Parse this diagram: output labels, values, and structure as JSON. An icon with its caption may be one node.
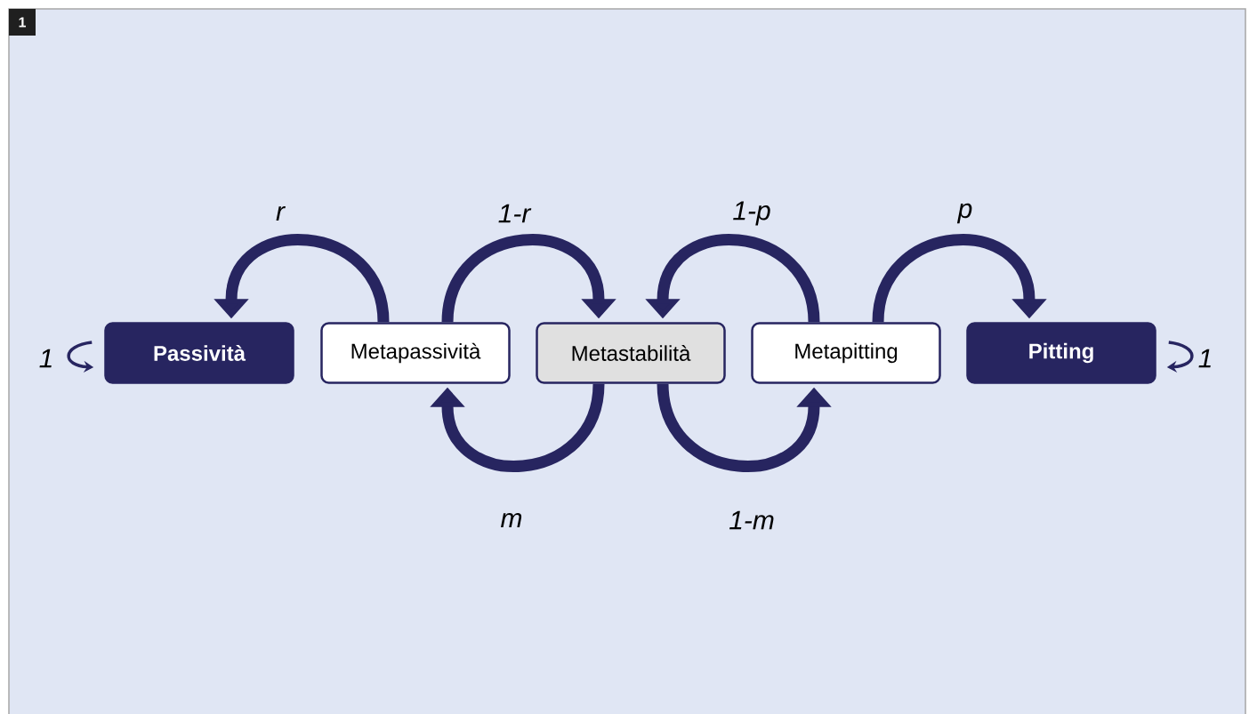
{
  "diagram": {
    "nodes": [
      {
        "text": [
          "Passività"
        ]
      },
      {
        "text": [
          "Metapassività"
        ]
      },
      {
        "text": [
          "Metastabilità"
        ]
      },
      {
        "text": [
          "Metapitting"
        ]
      },
      {
        "text": [
          "Pitting"
        ]
      }
    ],
    "edges": [
      {
        "from": 1,
        "to": 0,
        "arrow": "to",
        "label": "r"
      },
      {
        "from": 1,
        "to": 2,
        "arrow": "to",
        "label": "1-r"
      },
      {
        "from": 3,
        "to": 2,
        "arrow": "to",
        "label": "1-p"
      },
      {
        "from": 3,
        "to": 4,
        "arrow": "to",
        "label": "p"
      },
      {
        "from": 2,
        "to": 1,
        "arrow": "to",
        "label": "m"
      },
      {
        "from": 2,
        "to": 3,
        "arrow": "to",
        "label": "1-m"
      },
      {
        "from": 0,
        "to": 0,
        "arrow": "to",
        "label": "1"
      },
      {
        "from": 4,
        "to": 4,
        "arrow": "to",
        "label": "1"
      }
    ],
    "labels": [
      "1"
    ]
  }
}
